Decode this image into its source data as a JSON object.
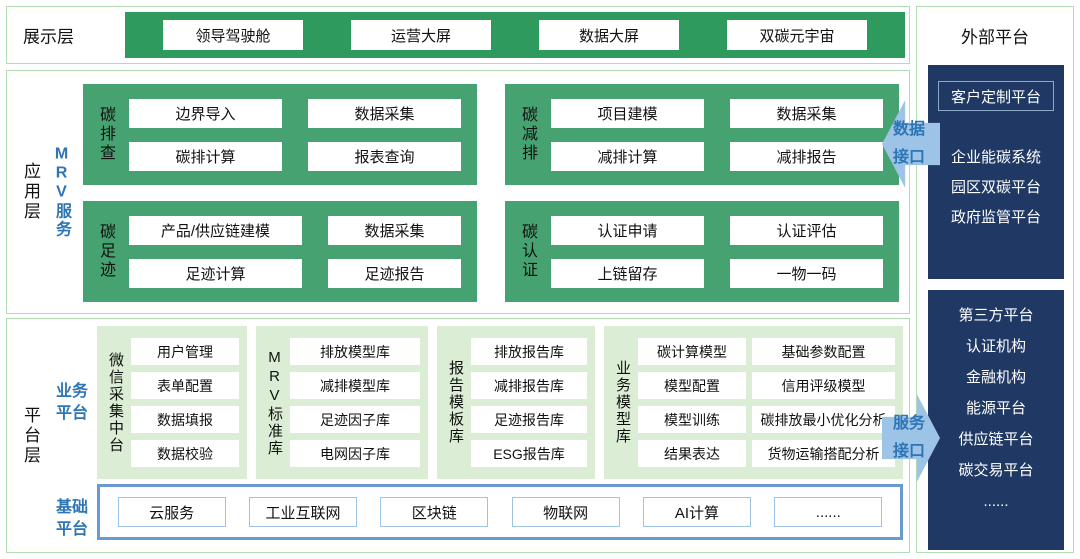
{
  "colors": {
    "band_green": "#2f9a5d",
    "block_green": "#46a271",
    "light_green": "#dcedd5",
    "navy": "#1f3864",
    "arrow_blue": "#9dc3e6",
    "label_blue": "#2e75b6",
    "border_green": "#b2dcb2",
    "base_border_blue": "#699bd2"
  },
  "display_layer": {
    "label": "展示层",
    "items": [
      "领导驾驶舱",
      "运营大屏",
      "数据大屏",
      "双碳元宇宙"
    ]
  },
  "app_layer": {
    "label": "应用层",
    "service_label": "MRV服务",
    "blocks": [
      {
        "label": "碳排查",
        "items": [
          "边界导入",
          "数据采集",
          "碳排计算",
          "报表查询"
        ]
      },
      {
        "label": "碳减排",
        "items": [
          "项目建模",
          "数据采集",
          "减排计算",
          "减排报告"
        ]
      },
      {
        "label": "碳足迹",
        "items": [
          "产品/供应链建模",
          "数据采集",
          "足迹计算",
          "足迹报告"
        ]
      },
      {
        "label": "碳认证",
        "items": [
          "认证申请",
          "认证评估",
          "上链留存",
          "一物一码"
        ]
      }
    ]
  },
  "platform_layer": {
    "label": "平台层",
    "business_label": [
      "业务",
      "平台"
    ],
    "blocks": [
      {
        "label": "微信采集中台",
        "items": [
          "用户管理",
          "表单配置",
          "数据填报",
          "数据校验"
        ]
      },
      {
        "label": "MRV标准库",
        "items": [
          "排放模型库",
          "减排模型库",
          "足迹因子库",
          "电网因子库"
        ]
      },
      {
        "label": "报告模板库",
        "items": [
          "排放报告库",
          "减排报告库",
          "足迹报告库",
          "ESG报告库"
        ]
      },
      {
        "label": "业务模型库",
        "columns": [
          [
            "碳计算模型",
            "模型配置",
            "模型训练",
            "结果表达"
          ],
          [
            "基础参数配置",
            "信用评级模型",
            "碳排放最小优化分析",
            "货物运输搭配分析"
          ]
        ]
      }
    ],
    "base_label": [
      "基础",
      "平台"
    ],
    "base_items": [
      "云服务",
      "工业互联网",
      "区块链",
      "物联网",
      "AI计算",
      "......"
    ]
  },
  "external_platforms": {
    "title": "外部平台",
    "group1": {
      "featured": "客户定制平台",
      "items": [
        "企业能碳系统",
        "园区双碳平台",
        "政府监管平台"
      ]
    },
    "group2": {
      "title": "第三方平台",
      "items": [
        "认证机构",
        "金融机构",
        "能源平台",
        "供应链平台",
        "碳交易平台",
        "......"
      ]
    }
  },
  "connectors": {
    "data_interface": [
      "数据",
      "接口"
    ],
    "service_interface": [
      "服务",
      "接口"
    ]
  }
}
